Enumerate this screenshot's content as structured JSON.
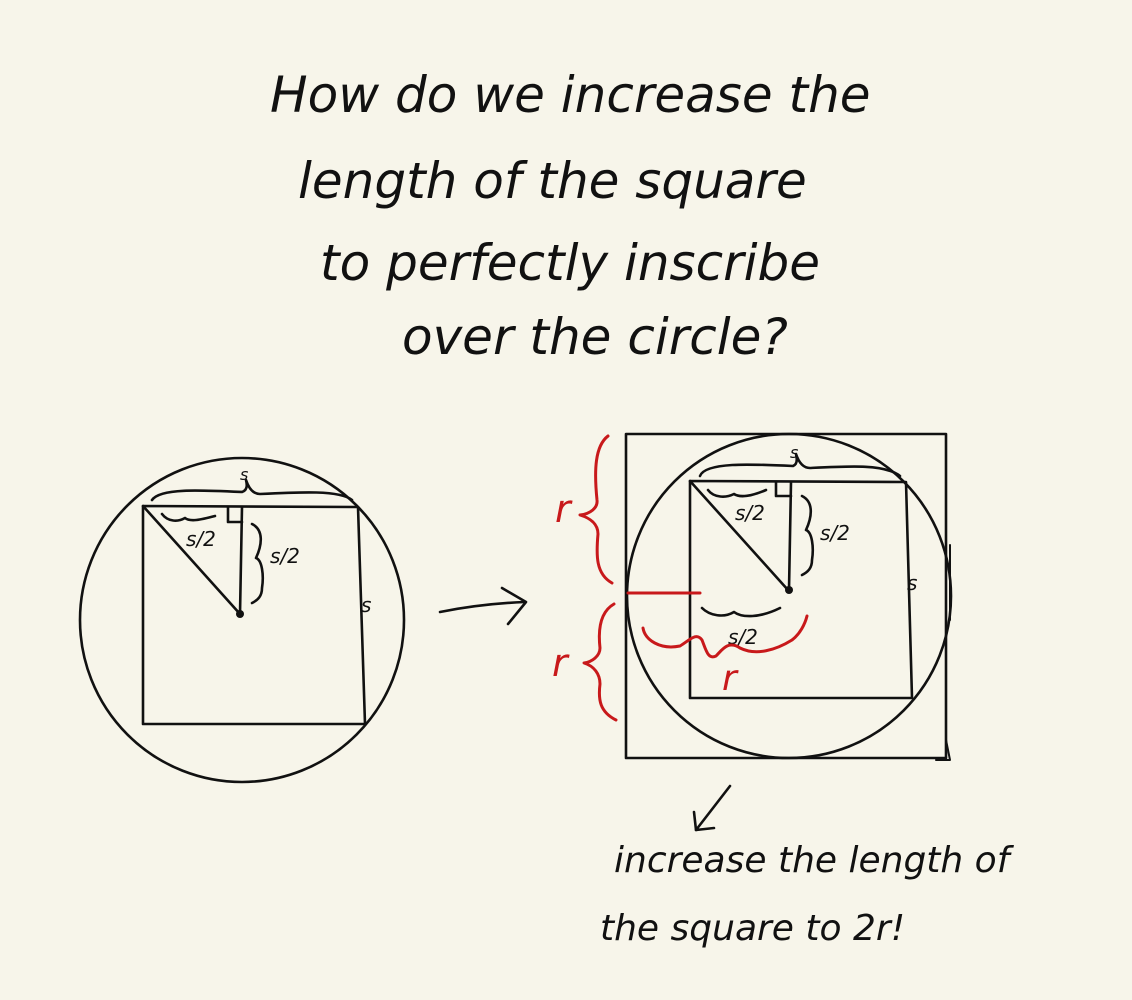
{
  "question": {
    "line1": "How do we increase the",
    "line2": "length of the square",
    "line3": "to perfectly inscribe",
    "line4": "over the circle?"
  },
  "left_figure": {
    "side_label_top": "s",
    "half_label": "s/2",
    "half_label_vertical": "s/2",
    "side_label_right": "s"
  },
  "right_figure": {
    "side_label_top": "s",
    "half_label": "s/2",
    "half_label_vertical": "s/2",
    "side_label_right": "s",
    "lower_half_label": "s/2",
    "radius_label_upper": "r",
    "radius_label_lower": "r",
    "radius_label_diagonal": "r"
  },
  "answer": {
    "line1": "increase the length of",
    "line2": "the square to 2r!"
  },
  "colors": {
    "background": "#f7f5ea",
    "ink": "#111111",
    "red": "#c8191b"
  }
}
